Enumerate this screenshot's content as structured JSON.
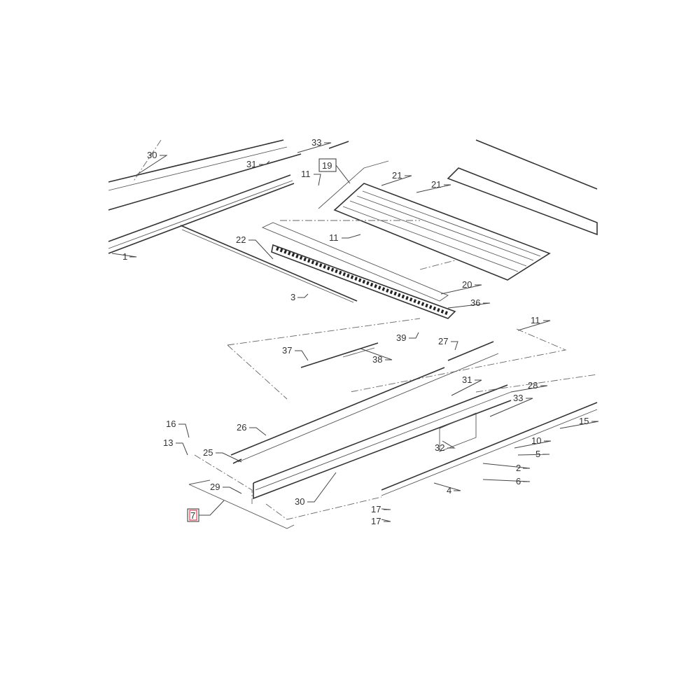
{
  "diagram": {
    "callouts": [
      "30",
      "33",
      "31",
      "19",
      "11",
      "21",
      "21",
      "11",
      "1",
      "22",
      "20",
      "3",
      "36",
      "11",
      "39",
      "37",
      "27",
      "38",
      "31",
      "28",
      "33",
      "16",
      "15",
      "26",
      "13",
      "25",
      "10",
      "32",
      "5",
      "2",
      "6",
      "29",
      "4",
      "30",
      "7",
      "17",
      "17"
    ],
    "boxed_callouts": [
      "19",
      "7"
    ],
    "highlight_color": "#d9243a"
  }
}
